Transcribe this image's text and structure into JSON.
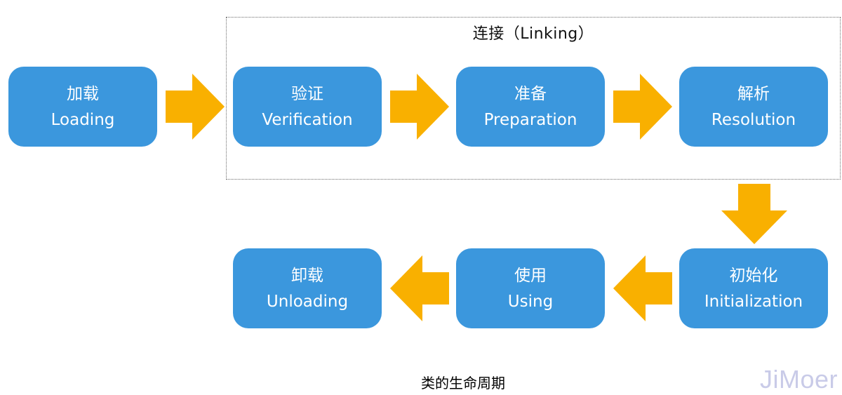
{
  "linking_title": "连接（Linking）",
  "stages": {
    "loading": {
      "zh": "加载",
      "en": "Loading"
    },
    "verification": {
      "zh": "验证",
      "en": "Verification"
    },
    "preparation": {
      "zh": "准备",
      "en": "Preparation"
    },
    "resolution": {
      "zh": "解析",
      "en": "Resolution"
    },
    "initialization": {
      "zh": "初始化",
      "en": "Initialization"
    },
    "using": {
      "zh": "使用",
      "en": "Using"
    },
    "unloading": {
      "zh": "卸载",
      "en": "Unloading"
    }
  },
  "caption": "类的生命周期",
  "watermark": "JiMoer",
  "colors": {
    "stage_fill": "#3b97dd",
    "arrow_fill": "#f9b000",
    "frame_border": "#6b6b6b",
    "watermark": "#c9cbe8"
  }
}
